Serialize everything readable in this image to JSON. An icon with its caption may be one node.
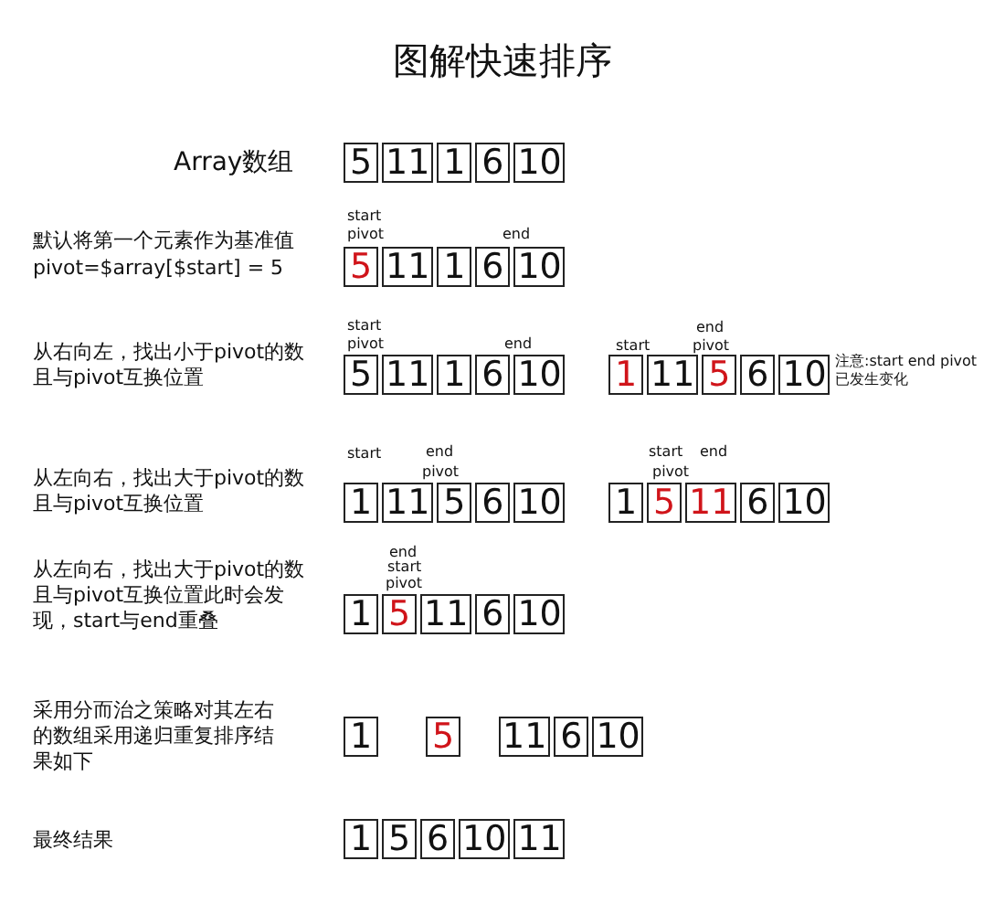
{
  "diagram": {
    "title": "图解快速排序",
    "nodes": [
      {
        "text": [
          "5"
        ]
      },
      {
        "text": [
          "11"
        ]
      },
      {
        "text": [
          "1"
        ]
      },
      {
        "text": [
          "6"
        ]
      },
      {
        "text": [
          "10"
        ]
      },
      {
        "text": [
          "5"
        ]
      },
      {
        "text": [
          "11"
        ]
      },
      {
        "text": [
          "1"
        ]
      },
      {
        "text": [
          "6"
        ]
      },
      {
        "text": [
          "10"
        ]
      },
      {
        "text": [
          "5"
        ]
      },
      {
        "text": [
          "11"
        ]
      },
      {
        "text": [
          "1"
        ]
      },
      {
        "text": [
          "6"
        ]
      },
      {
        "text": [
          "10"
        ]
      },
      {
        "text": [
          "1"
        ]
      },
      {
        "text": [
          "11"
        ]
      },
      {
        "text": [
          "5"
        ]
      },
      {
        "text": [
          "6"
        ]
      },
      {
        "text": [
          "10"
        ]
      },
      {
        "text": [
          "1"
        ]
      },
      {
        "text": [
          "11"
        ]
      },
      {
        "text": [
          "5"
        ]
      },
      {
        "text": [
          "6"
        ]
      },
      {
        "text": [
          "10"
        ]
      },
      {
        "text": [
          "1"
        ]
      },
      {
        "text": [
          "5"
        ]
      },
      {
        "text": [
          "11"
        ]
      },
      {
        "text": [
          "6"
        ]
      },
      {
        "text": [
          "10"
        ]
      },
      {
        "text": [
          "1"
        ]
      },
      {
        "text": [
          "5"
        ]
      },
      {
        "text": [
          "11"
        ]
      },
      {
        "text": [
          "6"
        ]
      },
      {
        "text": [
          "10"
        ]
      },
      {
        "text": [
          "1"
        ]
      },
      {
        "text": [
          "5"
        ]
      },
      {
        "text": [
          "11"
        ]
      },
      {
        "text": [
          "6"
        ]
      },
      {
        "text": [
          "10"
        ]
      },
      {
        "text": [
          "1"
        ]
      },
      {
        "text": [
          "5"
        ]
      },
      {
        "text": [
          "6"
        ]
      },
      {
        "text": [
          "10"
        ]
      },
      {
        "text": [
          "11"
        ]
      }
    ],
    "labels": [
      "Array数组",
      "默认将第一个元素作为基准值",
      "pivot=$array[$start] = 5",
      "start",
      "pivot",
      "end",
      "从右向左，找出小于pivot的数且与pivot互换位置",
      "start",
      "pivot",
      "end",
      "start",
      "end",
      "pivot",
      "注意:start end pivot已发生变化",
      "从左向右，找出大于pivot的数且与pivot互换位置",
      "start",
      "end",
      "pivot",
      "start",
      "end",
      "pivot",
      "从左向右，找出大于pivot的数且与pivot互换位置此时会发现，start与end重叠",
      "end",
      "start",
      "pivot",
      "采用分而治之策略对其左右的数组采用递归重复排序结果如下",
      "最终结果"
    ]
  }
}
